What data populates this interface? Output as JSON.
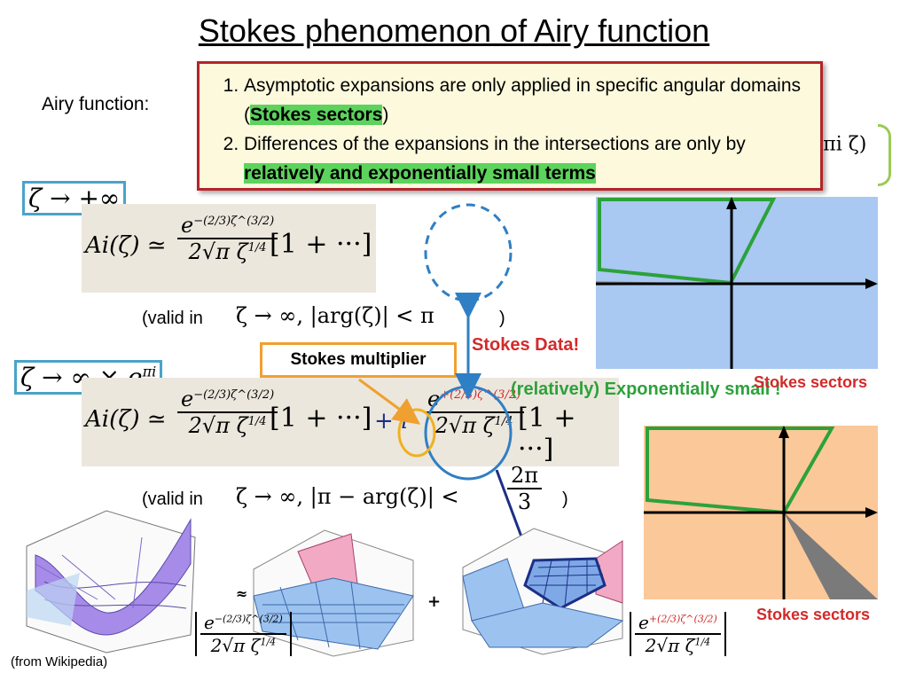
{
  "slide": {
    "title": "Stokes phenomenon of Airy function",
    "airy_label": "Airy function:",
    "notes": [
      {
        "pre": "Asymptotic expansions are only applied in specific angular domains   (",
        "bold": "Stokes sectors",
        "post": ")"
      },
      {
        "pre": "Differences of the expansions in the intersections are only by ",
        "bold": "relatively and exponentially small terms",
        "post": ""
      }
    ],
    "hidden_formula": "πi ζ)",
    "limit1": "ζ → +∞",
    "limit2": "ζ → ∞ × e",
    "limit2_exp": "πi",
    "ai_lhs": "Ai(ζ) ≃",
    "exp_num1": "e",
    "exp_sup1": "−(2/3)ζ^(3/2)",
    "den": "2√π ζ",
    "den_sup": "1/4",
    "bracket": "[1 + ···]",
    "plus_i": "+ i",
    "exp_sup2": "+(2/3)ζ^(3/2)",
    "valid_open": "(valid in",
    "valid_close1": ")",
    "valid_close2": ")",
    "cond1": "ζ → ∞,  |arg(ζ)| < π",
    "cond2": "ζ → ∞,  |π − arg(ζ)| <",
    "cond2_num": "2π",
    "cond2_den": "3",
    "stokes_multiplier": "Stokes multiplier",
    "stokes_data": "Stokes Data!",
    "exp_small": "(relatively) Exponentially small !",
    "sectors_label1": "Stokes sectors",
    "sectors_label2": "Stokes sectors",
    "from_wikipedia": "(from Wikipedia)",
    "approx": "≈",
    "plus": "+",
    "abs_left_num": "e",
    "abs_left_sup": "−(2/3)ζ^(3/2)",
    "abs_right_num": "e",
    "abs_right_sup": "+(2/3)ζ^(3/2)"
  },
  "colors": {
    "red": "#d32a2a",
    "green": "#2ca23a",
    "blue_sector": "#a9c8f2",
    "orange_sector": "#fbc89a",
    "box_border": "#b4242a",
    "limit_border": "#4aa3c9"
  }
}
